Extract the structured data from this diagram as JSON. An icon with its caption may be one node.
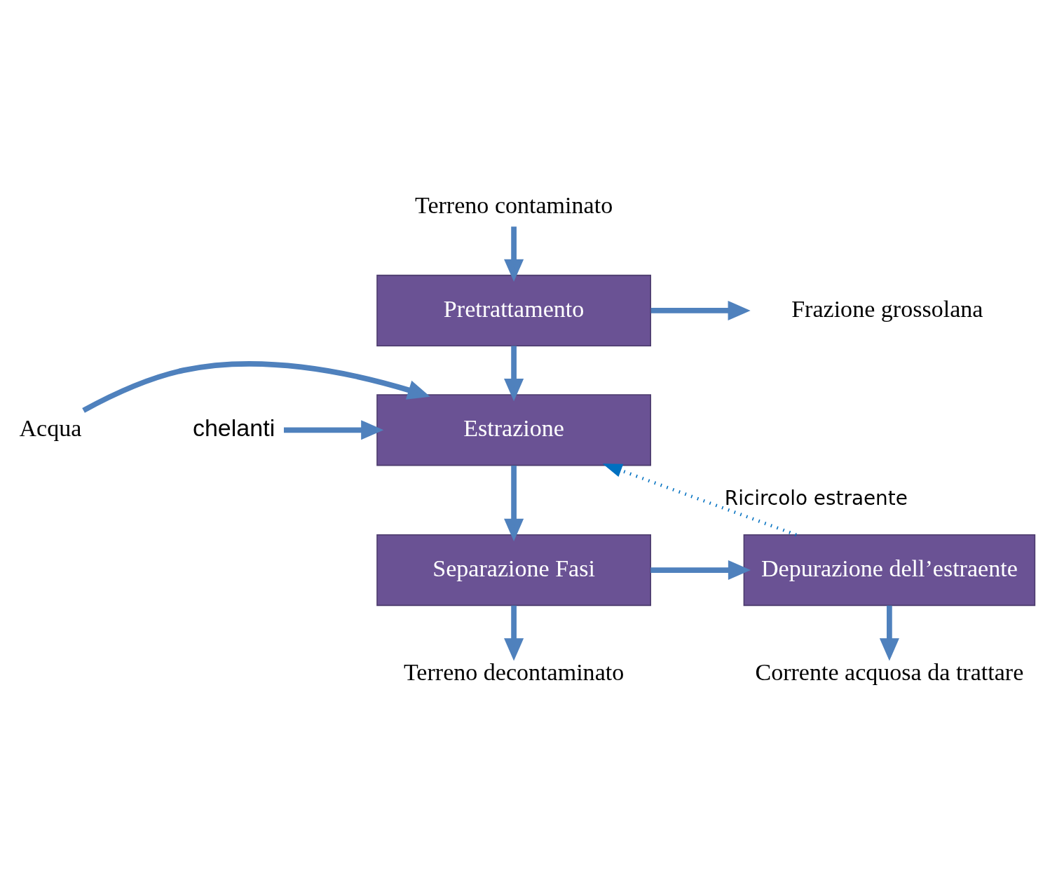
{
  "diagram": {
    "nodes": [
      {
        "text": [
          "Terreno contaminato"
        ]
      },
      {
        "text": [
          "Pretrattamento"
        ]
      },
      {
        "text": [
          "Frazione grossolana"
        ]
      },
      {
        "text": [
          "Acqua"
        ]
      },
      {
        "text": [
          "chelanti"
        ]
      },
      {
        "text": [
          "Estrazione"
        ]
      },
      {
        "text": [
          "Separazione Fasi"
        ]
      },
      {
        "text": [
          "Depurazione dell’estraente"
        ]
      },
      {
        "text": [
          "Terreno decontaminato"
        ]
      },
      {
        "text": [
          "Corrente acquosa da trattare"
        ]
      }
    ],
    "edges": [
      {
        "from": 0,
        "to": 1,
        "arrow": "to"
      },
      {
        "from": 1,
        "to": 2,
        "arrow": "to"
      },
      {
        "from": 1,
        "to": 5,
        "arrow": "to"
      },
      {
        "from": 3,
        "to": 5,
        "arrow": "to"
      },
      {
        "from": 4,
        "to": 5,
        "arrow": "to"
      },
      {
        "from": 5,
        "to": 6,
        "arrow": "to"
      },
      {
        "from": 6,
        "to": 7,
        "arrow": "to"
      },
      {
        "from": 7,
        "to": 5,
        "arrow": "to",
        "label": "Ricircolo estraente",
        "style": "dashed",
        "color": "#0070c0"
      },
      {
        "from": 6,
        "to": 8,
        "arrow": "to"
      },
      {
        "from": 7,
        "to": 9,
        "arrow": "to"
      }
    ]
  }
}
